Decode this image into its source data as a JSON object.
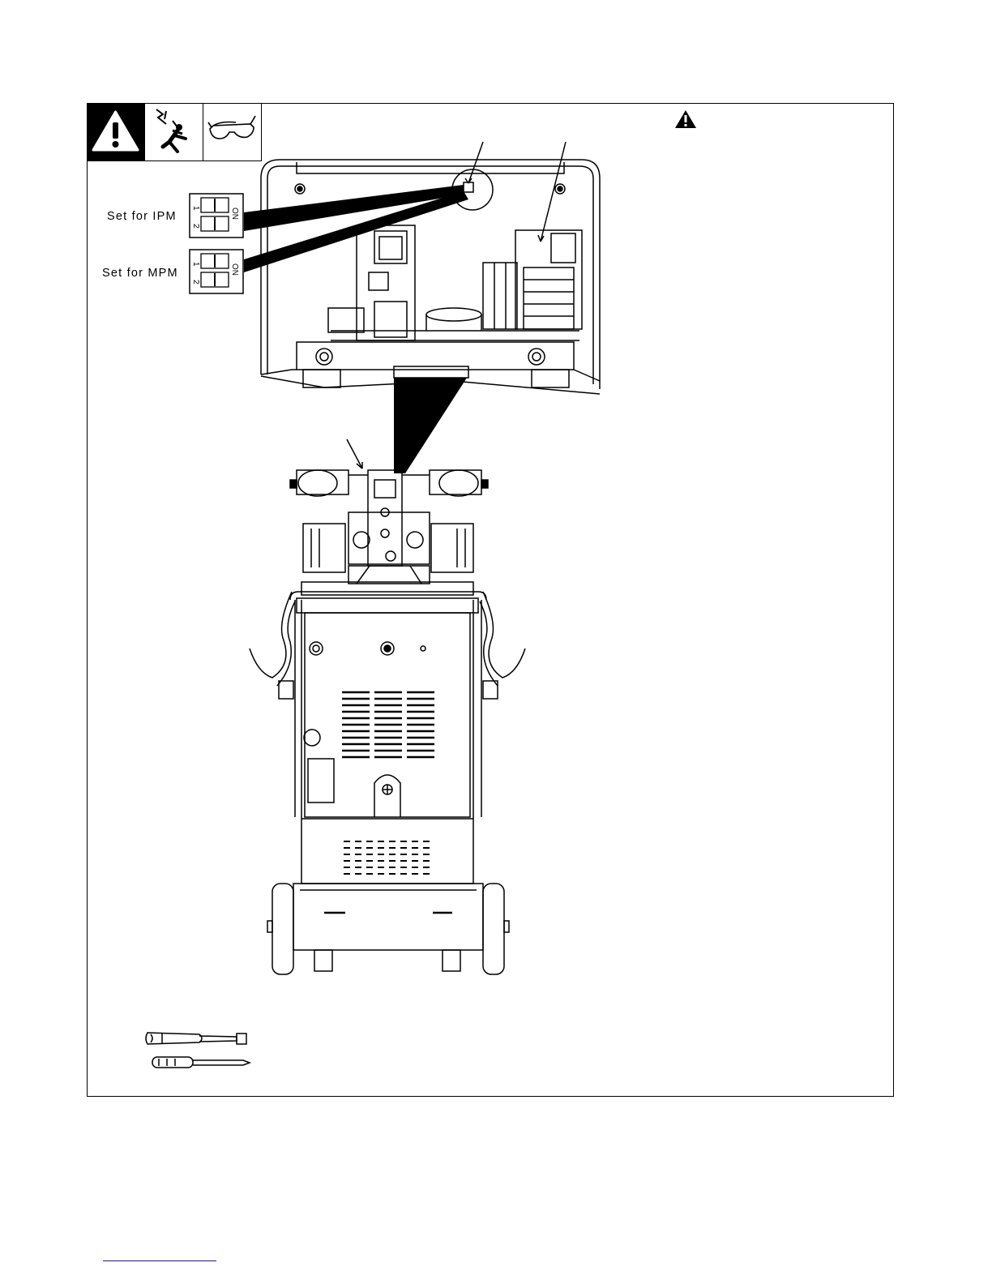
{
  "switch_settings": {
    "ipm_label": "Set for IPM",
    "mpm_label": "Set for MPM",
    "switch_on": "ON",
    "switch_pos_1": "1",
    "switch_pos_2": "2"
  },
  "icons": {
    "hazard": "warning-triangle-icon",
    "shock": "electric-shock-icon",
    "eye": "safety-glasses-icon",
    "tools": [
      "nut-driver-icon",
      "screwdriver-icon"
    ]
  }
}
